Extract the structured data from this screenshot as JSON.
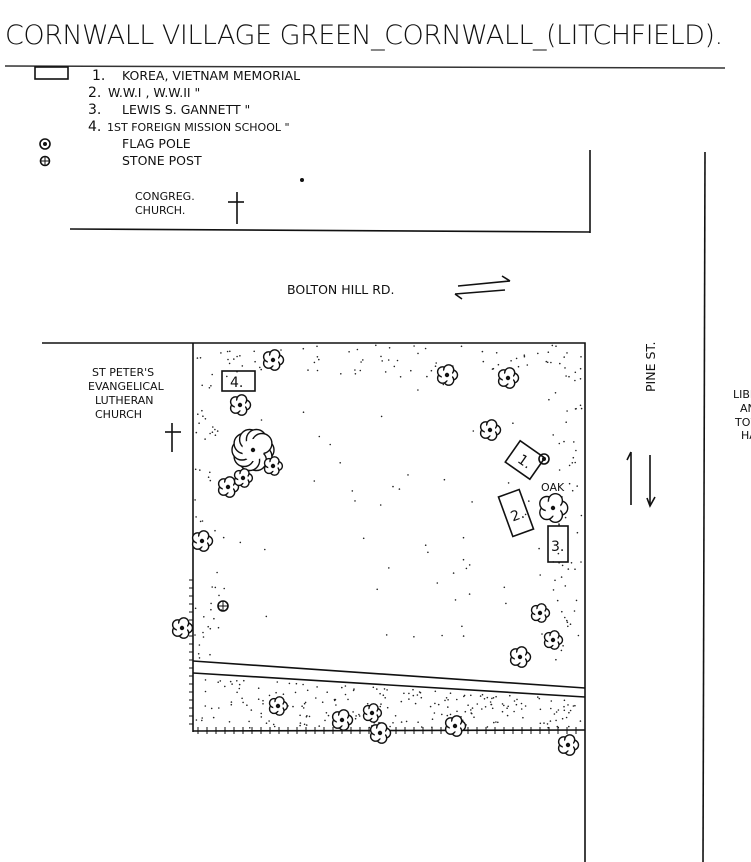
{
  "title": "CORNWALL VILLAGE GREEN_CORNWALL_(LITCHFIELD).",
  "legend": {
    "items": [
      {
        "num": "1.",
        "label": "KOREA, VIETNAM MEMORIAL"
      },
      {
        "num": "2.",
        "label": "W.W.I , W.W.II     \""
      },
      {
        "num": "3.",
        "label": "LEWIS S. GANNETT \""
      },
      {
        "num": "4.",
        "label": "1ST FOREIGN MISSION SCHOOL \""
      }
    ],
    "flag_pole": "FLAG POLE",
    "stone_post": "STONE POST"
  },
  "labels": {
    "congreg_1": "CONGREG.",
    "congreg_2": "CHURCH.",
    "road": "BOLTON HILL RD.",
    "st_peters_1": "ST PETER'S",
    "st_peters_2": "EVANGELICAL",
    "st_peters_3": "LUTHERAN",
    "st_peters_4": "CHURCH",
    "pine_st": "PINE ST.",
    "library_1": "LIBRAR",
    "library_2": "AND",
    "library_3": "TOWN",
    "library_4": "HALL",
    "oak": "OAK"
  },
  "memorials": {
    "m1": "1.",
    "m2": "2.",
    "m3": "3.",
    "m4": "4."
  }
}
